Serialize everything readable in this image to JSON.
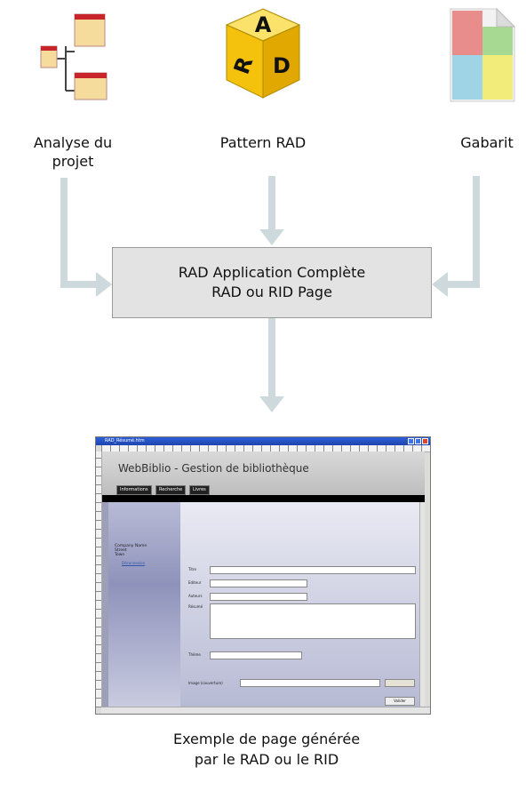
{
  "sources": [
    {
      "label": "Analyse du\nprojet",
      "icon": "analysis-tree-icon"
    },
    {
      "label": "Pattern RAD",
      "icon": "rad-cube-icon"
    },
    {
      "label": "Gabarit",
      "icon": "template-document-icon"
    }
  ],
  "central": {
    "line1": "RAD Application Complète",
    "line2": "RAD ou RID Page"
  },
  "cube_letters": {
    "a": "A",
    "r": "R",
    "d": "D"
  },
  "screenshot": {
    "window_title": "RAD_Résumé.htm",
    "app_title": "WebBiblio - Gestion de bibliothèque",
    "tabs": [
      "Informations",
      "Recherche",
      "Livres"
    ],
    "company": {
      "name": "Company Name",
      "street": "Street",
      "town": "Town"
    },
    "side_link": "Déconnexion",
    "fields": {
      "titre": "Titre",
      "editeur": "Editeur",
      "auteurs": "Auteurs",
      "resume": "Résumé",
      "theme": "Thème",
      "image": "Image (couverture)"
    },
    "submit": "Valider"
  },
  "caption": {
    "line1": "Exemple de page générée",
    "line2": "par le RAD ou le RID"
  },
  "colors": {
    "arrow": "#cdd9dc",
    "box": "#e3e3e3",
    "cube": "#f4c20d"
  }
}
